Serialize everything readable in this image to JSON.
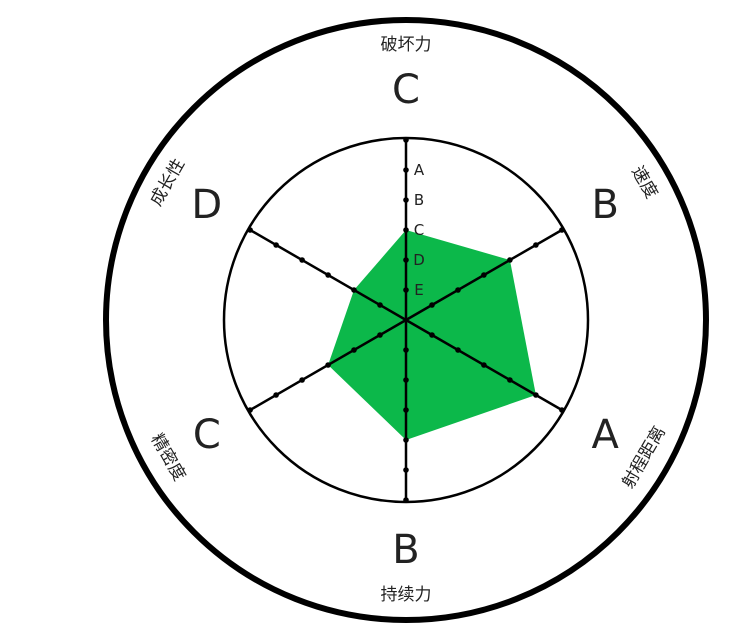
{
  "chart_data": {
    "type": "radar",
    "scale": [
      "E",
      "D",
      "C",
      "B",
      "A"
    ],
    "axes": [
      {
        "name": "破坏力",
        "grade": "C"
      },
      {
        "name": "速度",
        "grade": "B"
      },
      {
        "name": "射程距离",
        "grade": "A"
      },
      {
        "name": "持续力",
        "grade": "B"
      },
      {
        "name": "精密度",
        "grade": "C"
      },
      {
        "name": "成长性",
        "grade": "D"
      }
    ],
    "fill_color": "#0cb84a",
    "line_color": "#000000"
  }
}
